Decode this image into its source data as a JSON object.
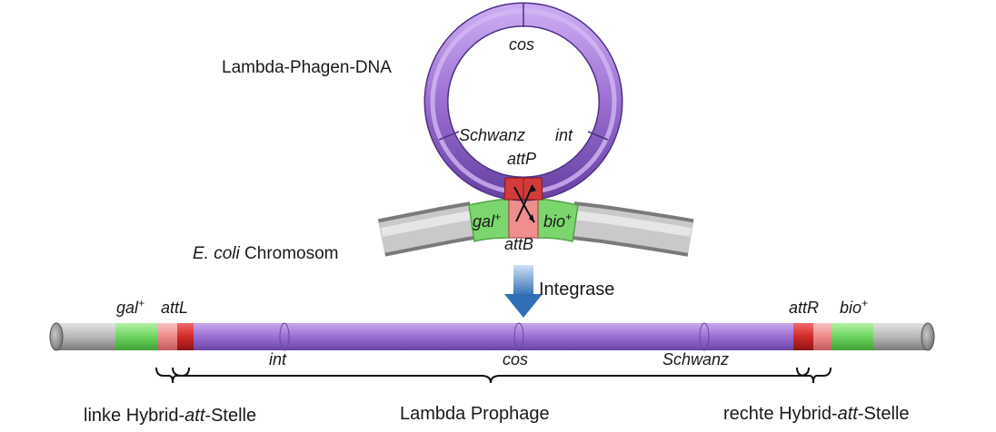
{
  "phage": {
    "title": "Lambda-Phagen-DNA",
    "cos": "cos",
    "tail": "Schwanz",
    "int": "int",
    "attP": "attP"
  },
  "chromosome": {
    "title_italic": "E. coli",
    "title_rest": " Chromosom",
    "gal": "gal",
    "bio": "bio",
    "plus": "+",
    "attB": "attB"
  },
  "arrow_label": "Integrase",
  "prophage": {
    "gal": "gal",
    "bio": "bio",
    "plus": "+",
    "attL": "attL",
    "attR": "attR",
    "int": "int",
    "cos": "cos",
    "tail": "Schwanz"
  },
  "brackets": {
    "left_pre": "linke Hybrid-",
    "left_it": "att",
    "left_post": "-Stelle",
    "middle": "Lambda Prophage",
    "right_pre": "rechte Hybrid-",
    "right_it": "att",
    "right_post": "-Stelle"
  },
  "colors": {
    "phage_dna": "#9B6FD1",
    "att_site": "#D33A3A",
    "gal_bio": "#7CD66E",
    "chromosome": "#B8B8B8",
    "arrow": "#2F6FB8"
  }
}
